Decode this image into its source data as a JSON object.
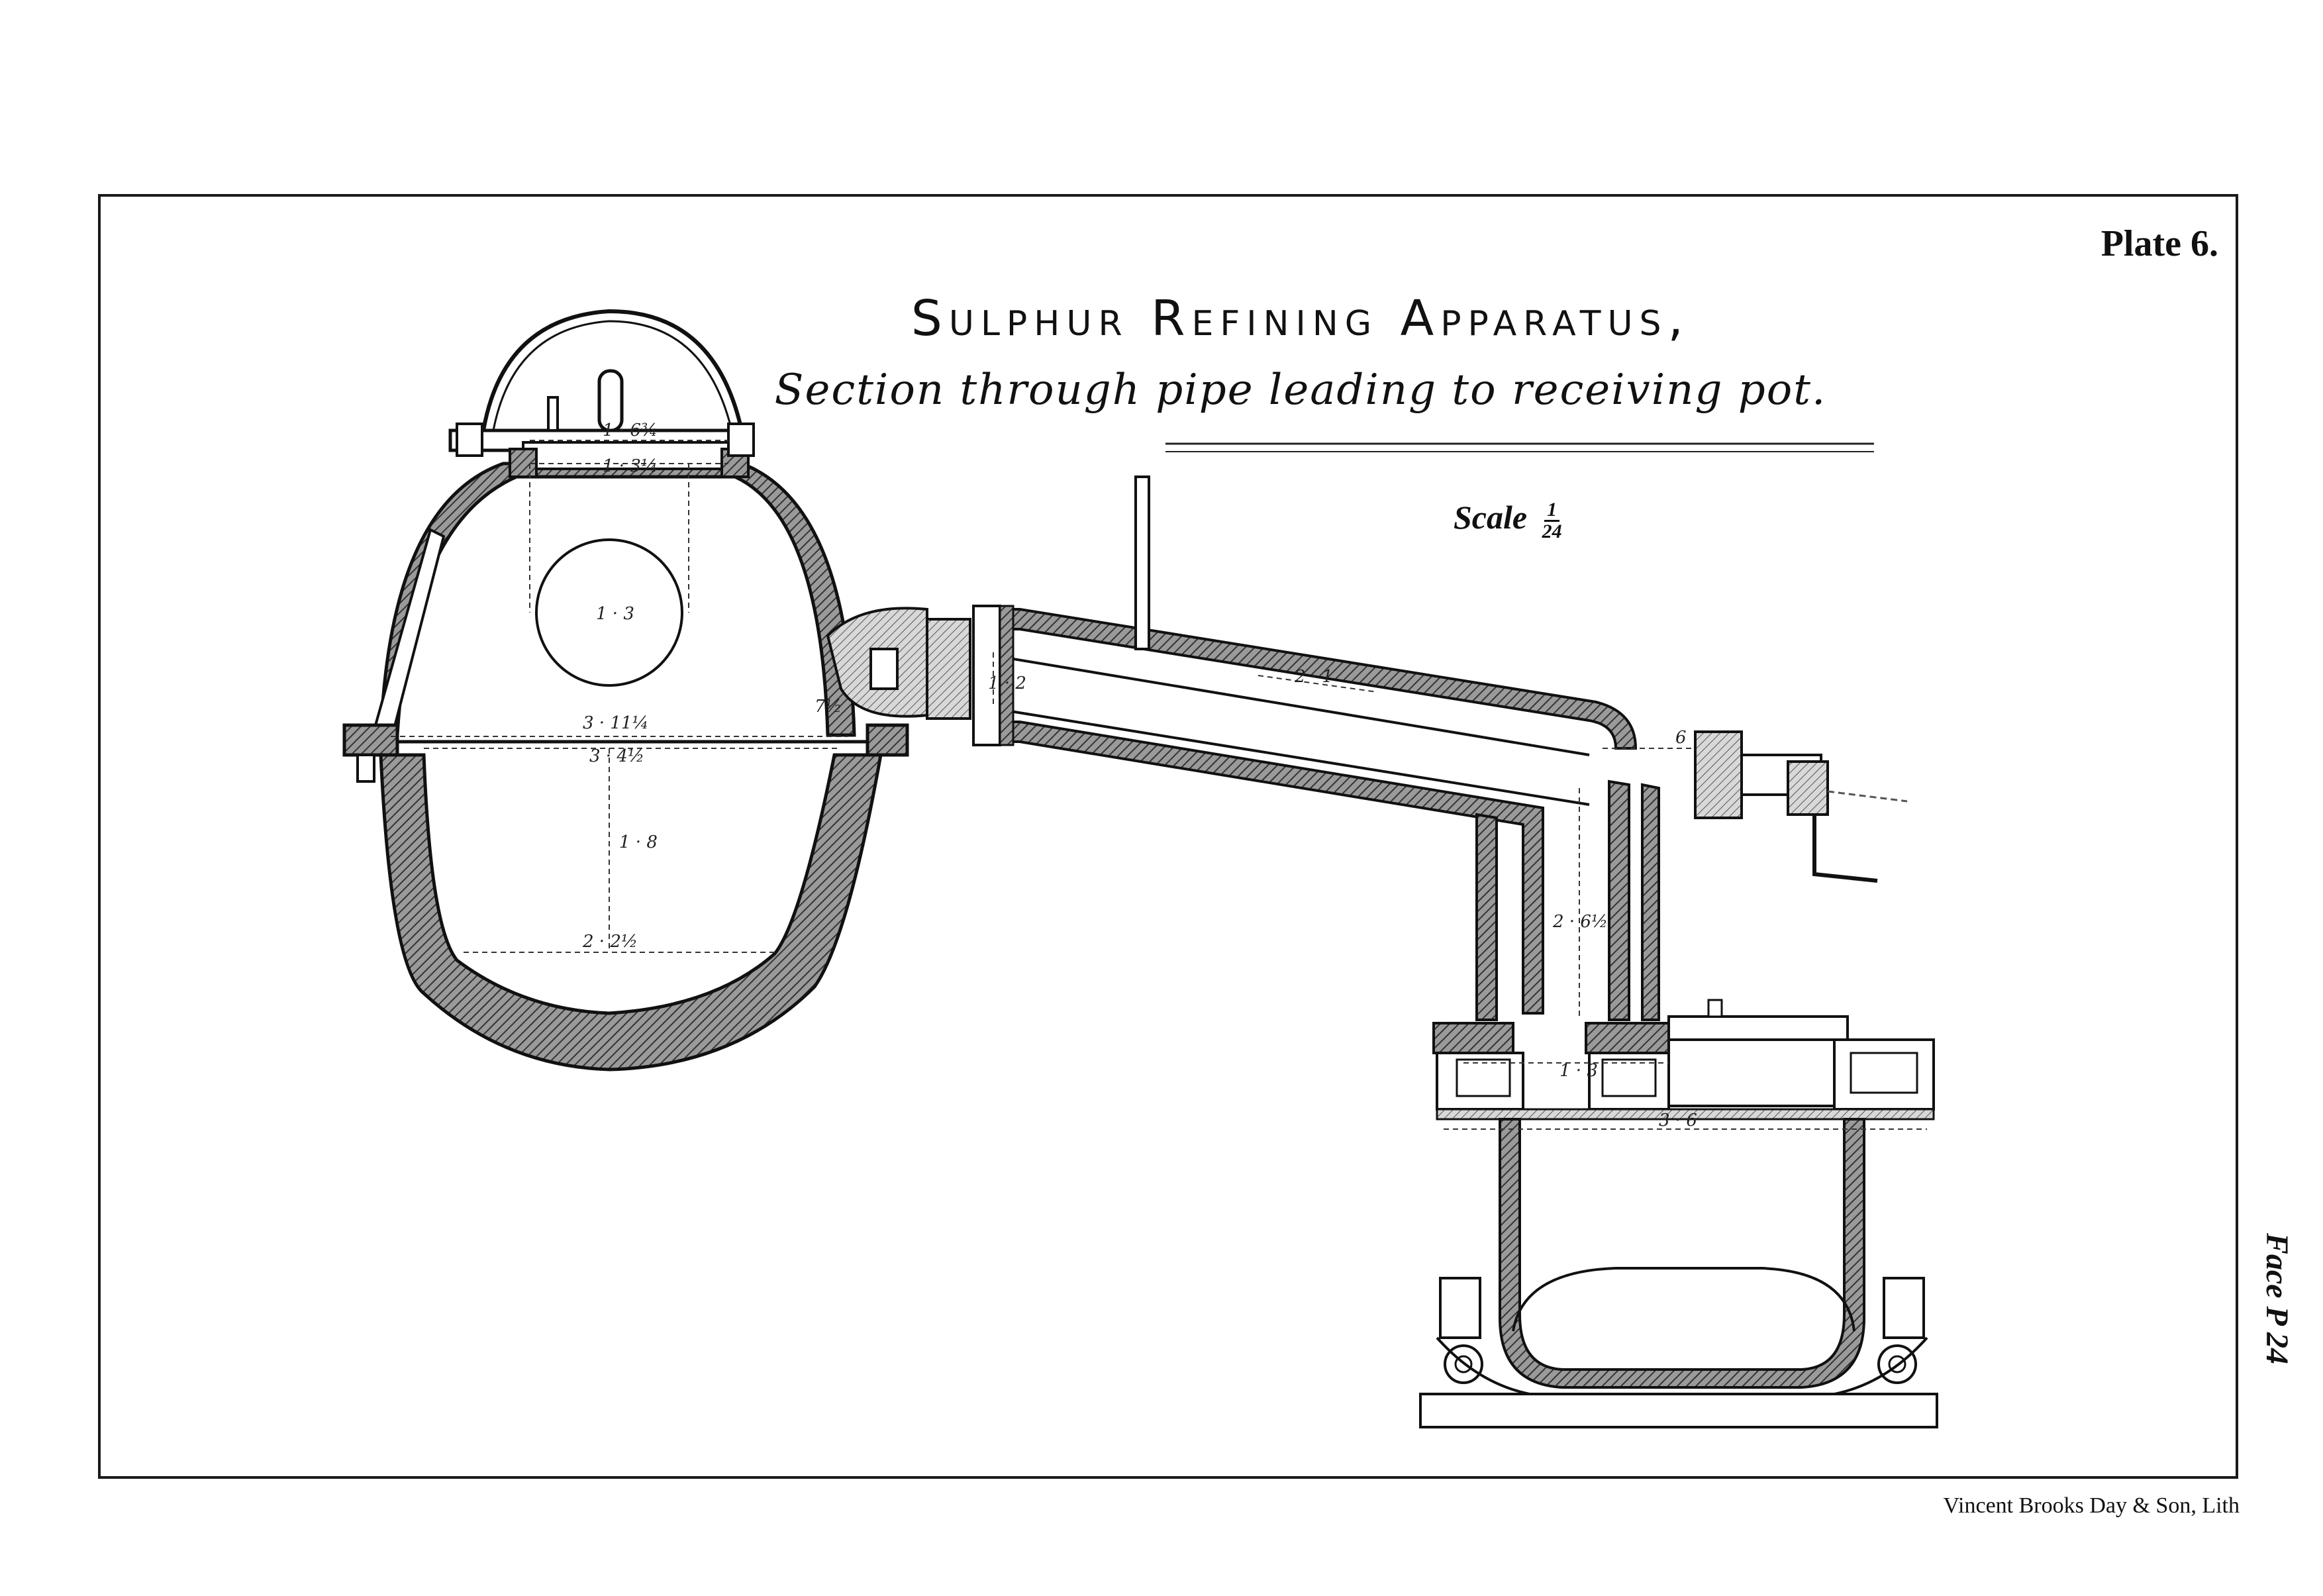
{
  "plate": {
    "number": "Plate 6.",
    "title": "Sulphur Refining Apparatus,",
    "subtitle": "Section through pipe leading to receiving pot.",
    "scale_label": "Scale",
    "scale_numerator": "1",
    "scale_denominator": "24",
    "page_reference": "Face P 24",
    "lithographer": "Vincent Brooks Day & Son, Lith"
  },
  "dimensions": {
    "top_outer": "1 · 6¾",
    "top_inner": "1 · 3¼",
    "sight_circle": "1 · 3",
    "width_upper": "3 · 11¼",
    "width_lower": "3 · 4½",
    "depth": "1 · 8",
    "bottom_width": "2 · 2½",
    "outlet": "7½",
    "pipe_bore": "1 · 2",
    "pipe_run": "2 · 1",
    "stem_short": "6",
    "downpipe_height": "2 · 6½",
    "pot_neck": "1 · 3",
    "pot_width": "3 · 6"
  },
  "colors": {
    "ink": "#111111",
    "hatch": "#555555",
    "paper": "#ffffff"
  }
}
